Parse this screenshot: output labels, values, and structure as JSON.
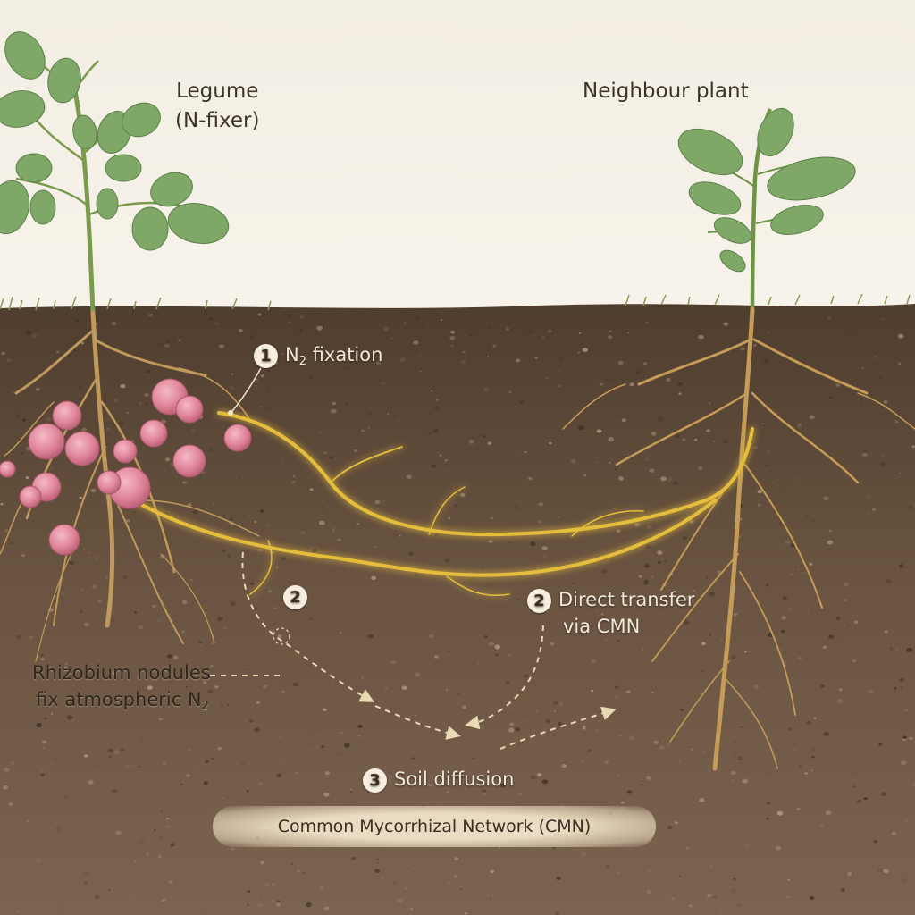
{
  "labels": {
    "legume_title": "Legume",
    "legume_subtitle": "(N-fixer)",
    "neighbour_title": "Neighbour plant",
    "step1_number": "1",
    "step1_text_prefix": "N",
    "step1_text_subscript": "2",
    "step1_text_suffix": " fixation",
    "step2_left_number": "2",
    "step2_right_number": "2",
    "step2_right_line1": "Direct transfer",
    "step2_right_line2": "via CMN",
    "nodules_line1": "Rhizobium nodules",
    "nodules_line2_prefix": "fix atmospheric N",
    "nodules_line2_subscript": "2",
    "step3_number": "3",
    "step3_text": "Soil diffusion",
    "cmn_banner": "Common Mycorrhizal Network (CMN)"
  },
  "colors": {
    "sky": "#f4efe6",
    "soil": "#5a4636",
    "hyphae": "#e3b93a",
    "nodule": "#e08aa0",
    "leaf": "#7fa868",
    "root": "#b8925c"
  }
}
